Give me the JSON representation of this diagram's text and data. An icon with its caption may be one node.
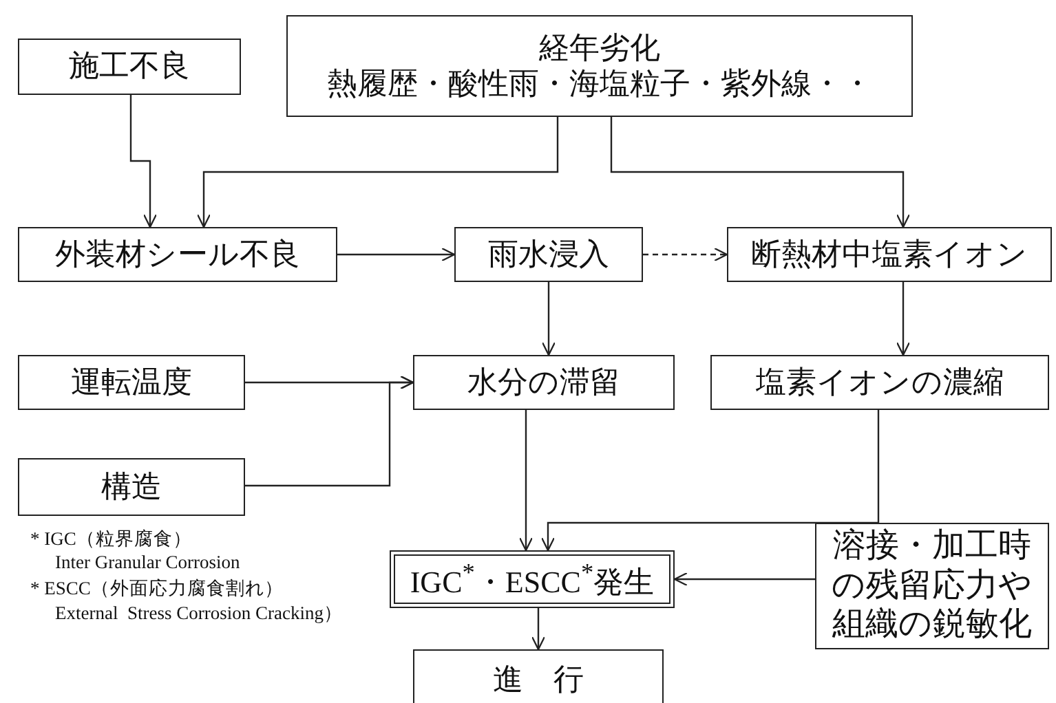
{
  "diagram": {
    "nodes": [
      {
        "text": [
          "施工不良"
        ]
      },
      {
        "text": [
          "経年劣化",
          "熱履歴・酸性雨・海塩粒子・紫外線・・"
        ]
      },
      {
        "text": [
          "外装材シール不良"
        ]
      },
      {
        "text": [
          "雨水浸入"
        ]
      },
      {
        "text": [
          "断熱材中塩素イオン"
        ]
      },
      {
        "text": [
          "運転温度"
        ]
      },
      {
        "text": [
          "水分の滞留"
        ]
      },
      {
        "text": [
          "塩素イオンの濃縮"
        ]
      },
      {
        "text": [
          "構造"
        ]
      },
      {
        "text": [
          "IGC$^{*}$・ESCC$^{*}$発生"
        ]
      },
      {
        "text": [
          "溶接・加工時の残留応力や組織の鋭敏化"
        ]
      },
      {
        "text": [
          "進　行"
        ]
      }
    ],
    "edges": [
      {
        "from": 0,
        "to": 2,
        "arrow": "to"
      },
      {
        "from": 1,
        "to": 2,
        "arrow": "to"
      },
      {
        "from": 1,
        "to": 4,
        "arrow": "to"
      },
      {
        "from": 2,
        "to": 3,
        "arrow": "to"
      },
      {
        "from": 3,
        "to": 4,
        "arrow": "to",
        "style": "dashed"
      },
      {
        "from": 3,
        "to": 6,
        "arrow": "to"
      },
      {
        "from": 4,
        "to": 7,
        "arrow": "to"
      },
      {
        "from": 5,
        "to": 6,
        "arrow": "to"
      },
      {
        "from": 8,
        "to": 6,
        "arrow": "to"
      },
      {
        "from": 6,
        "to": 9,
        "arrow": "to"
      },
      {
        "from": 7,
        "to": 9,
        "arrow": "to"
      },
      {
        "from": 10,
        "to": 9,
        "arrow": "to"
      },
      {
        "from": 9,
        "to": 11,
        "arrow": "to"
      }
    ],
    "labels": [
      "* IGC（粒界腐食）",
      "Inter Granular Corrosion",
      "* ESCC（外面応力腐食割れ）",
      "External  Stress Corrosion Cracking）"
    ]
  }
}
